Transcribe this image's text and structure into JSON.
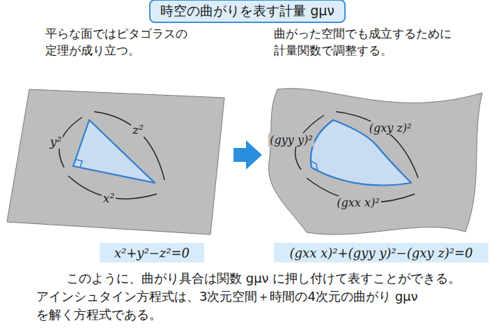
{
  "diagram": {
    "title": "時空の曲がりを表す計量 gμν",
    "nodes": [
      {
        "text": [
          "x²+y²−z²=0"
        ]
      },
      {
        "text": [
          "(gxx x)²+(gyy y)²−(gxy z)²=0"
        ]
      }
    ],
    "labels": [
      "平らな面ではピタゴラスの 定理が成り立つ。",
      "曲がった空間でも成立するために 計量関数で調整する。",
      "y²",
      "z²",
      "x²",
      "(gyy y)²",
      "(gxy z)²",
      "(gxx x)²",
      "このように、曲がり具合は関数 gμν に押し付けて表すことができる。",
      "アインシュタイン方程式は、3次元空間＋時間の4次元の曲がり gμν を解く方程式である。"
    ]
  }
}
